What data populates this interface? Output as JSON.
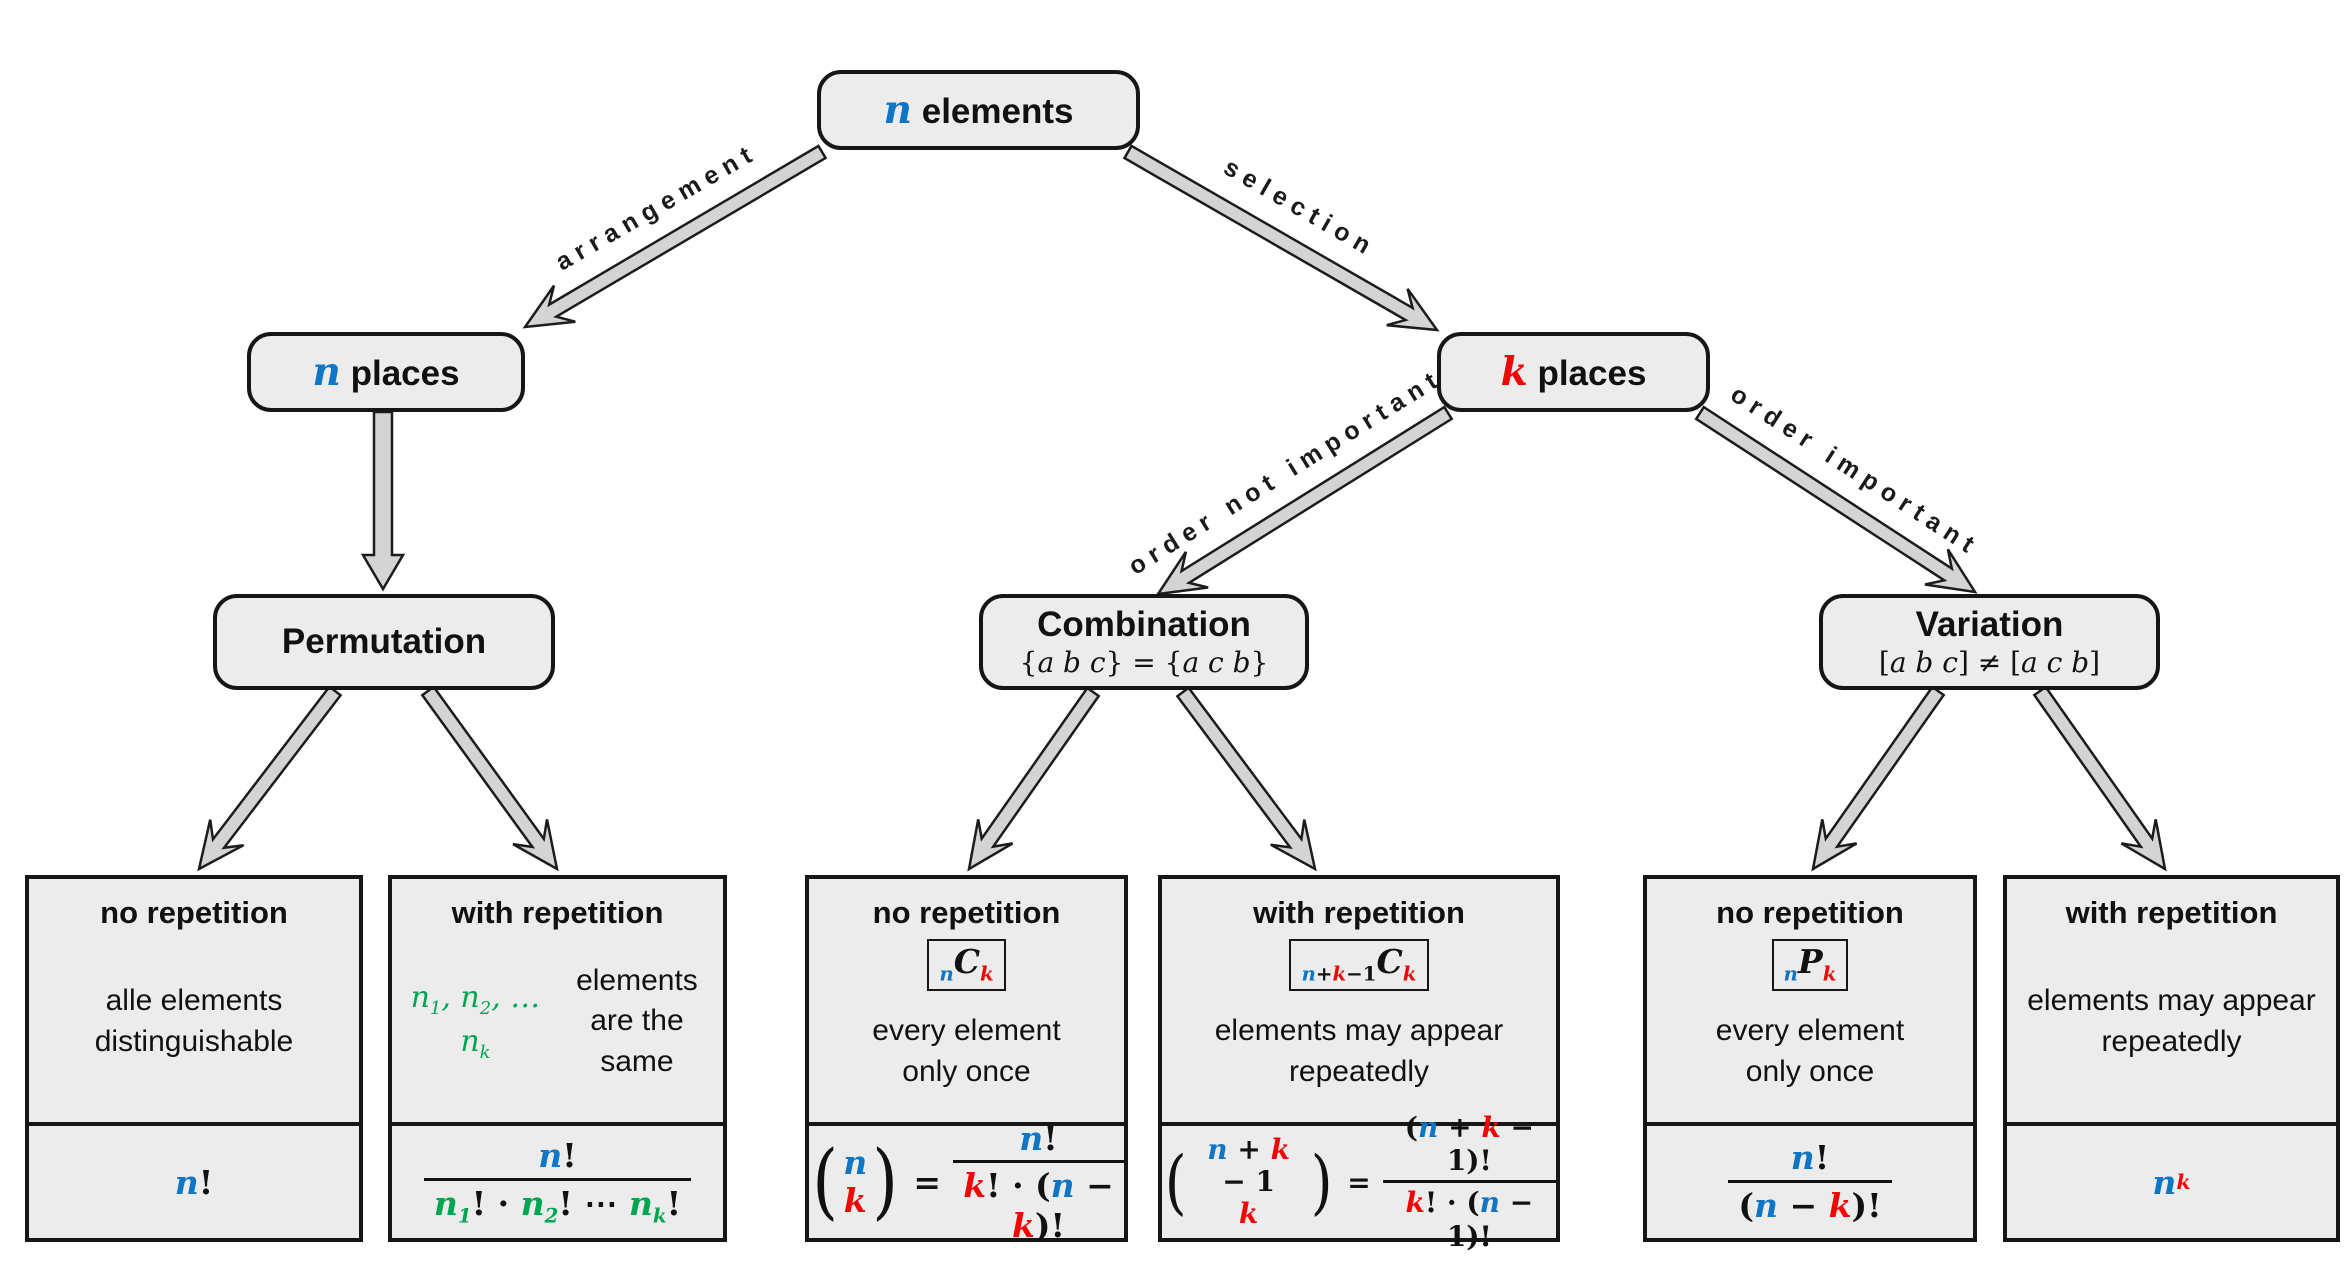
{
  "palette": {
    "blue": "#0f76c5",
    "red": "#f20505",
    "green": "#00a550",
    "box_fill": "#ececec",
    "arrow_fill": "#d4d4d4"
  },
  "root": {
    "label_html": "<span class='mv b'>n</span> elements"
  },
  "edge_labels": {
    "arrangement": "arrangement",
    "selection": "selection",
    "order_not_important": "order not important",
    "order_important": "order important"
  },
  "level2": {
    "n_places_html": "<span class='mv b'>n</span> places",
    "k_places_html": "<span class='mv r'>k</span> places"
  },
  "level3": {
    "permutation": {
      "title": "Permutation",
      "subtitle_html": ""
    },
    "combination": {
      "title": "Combination",
      "subtitle_html": "{<span class='mi'>a b c</span>} = {<span class='mi'>a c b</span>}"
    },
    "variation": {
      "title": "Variation",
      "subtitle_html": "[<span class='mi'>a b c</span>] &#8800; [<span class='mi'>a c b</span>]"
    }
  },
  "cards": [
    {
      "title": "no repetition",
      "badge_html": "",
      "body_html": "alle elements<br>distinguishable",
      "formula_html": "<span class='mv b'>n</span>!"
    },
    {
      "title": "with repetition",
      "badge_html": "",
      "body_html": "<span class='mi g'>n<sub>1</sub>, n<sub>2</sub>, &#8230; n<sub>k</sub></span> elements<br>are the same",
      "formula_html": "<span class='frac'><span class='fnum'><span class='mv b'>n</span>!</span><span class='fden'><span class='mv g'>n<sub>1</sub></span>! &#183; <span class='mv g'>n<sub>2</sub></span>! &#8943; <span class='mv g'>n<sub>k</sub></span>!</span></span>"
    },
    {
      "title": "no repetition",
      "badge_html": "<sub class='mv b'>n</sub><span class='mv'>C</span><sub class='mv r'>k</sub>",
      "body_html": "every element<br>only once",
      "formula_html": "<span class='binom'><span class='bparen'>(</span><span class='bcol'><span class='mv b'>n</span><span class='mv r'>k</span></span><span class='bparen'>)</span></span><span class='meq'>=</span><span class='frac'><span class='fnum'><span class='mv b'>n</span>!</span><span class='fden'><span class='mv r'>k</span>! &#183; (<span class='mv b'>n</span> &#8722; <span class='mv r'>k</span>)!</span></span>"
    },
    {
      "title": "with repetition",
      "badge_html": "<sub><span class='mv b'>n</span>+<span class='mv r'>k</span>&#8722;1</sub><span class='mv'>C</span><sub class='mv r'>k</sub>",
      "body_html": "elements may appear<br>repeatedly",
      "formula_html": "<span class='binom'><span class='bparen'>(</span><span class='bcol'><span><span class='mv b'>n</span> + <span class='mv r'>k</span> &#8722; 1</span><span class='mv r'>k</span></span><span class='bparen'>)</span></span><span class='meq'>=</span><span class='frac'><span class='fnum'>(<span class='mv b'>n</span> + <span class='mv r'>k</span> &#8722; 1)!</span><span class='fden'><span class='mv r'>k</span>! &#183; (<span class='mv b'>n</span> &#8722; 1)!</span></span>"
    },
    {
      "title": "no repetition",
      "badge_html": "<sub class='mv b'>n</sub><span class='mv'>P</span><sub class='mv r'>k</sub>",
      "body_html": "every element<br>only once",
      "formula_html": "<span class='frac'><span class='fnum'><span class='mv b'>n</span>!</span><span class='fden'>(<span class='mv b'>n</span> &#8722; <span class='mv r'>k</span>)!</span></span>"
    },
    {
      "title": "with repetition",
      "badge_html": "",
      "body_html": "elements may appear<br>repeatedly",
      "formula_html": "<span class='mv b'>n</span><sup class='mv r'>k</sup>"
    }
  ]
}
